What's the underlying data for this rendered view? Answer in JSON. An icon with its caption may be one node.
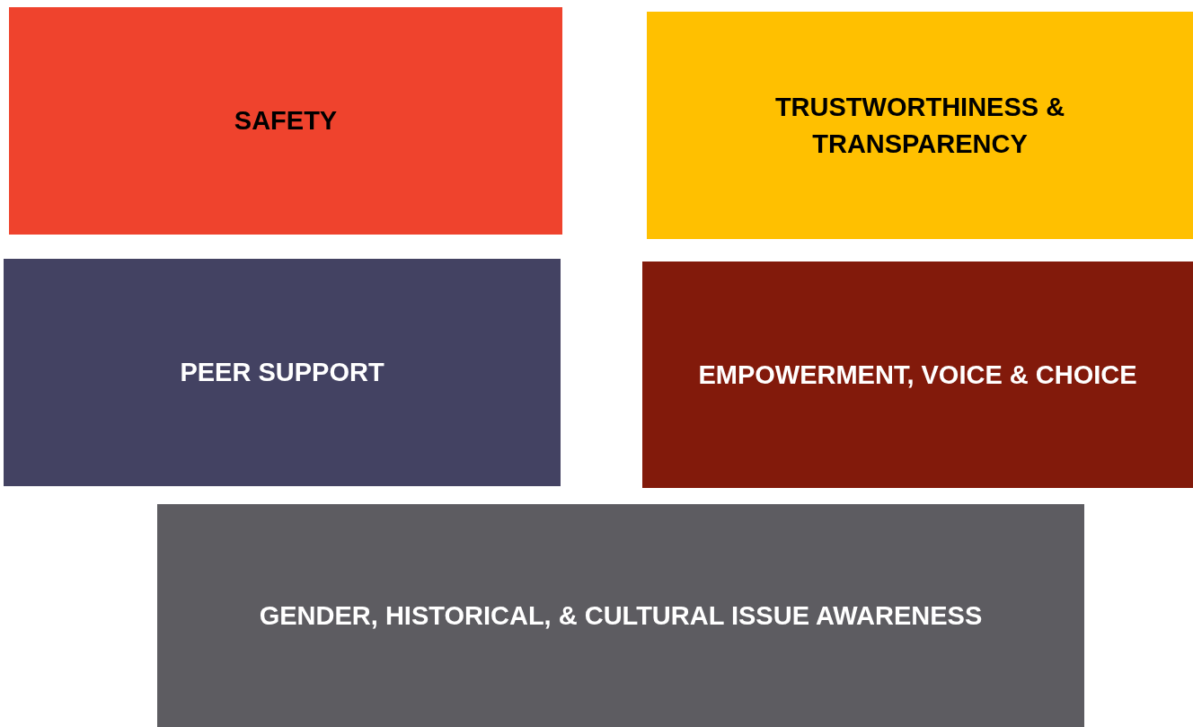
{
  "diagram": {
    "nodes": [
      {
        "text": [
          "SAFETY"
        ]
      },
      {
        "text": [
          "TRUSTWORTHINESS & TRANSPARENCY"
        ]
      },
      {
        "text": [
          "PEER SUPPORT"
        ]
      },
      {
        "text": [
          "EMPOWERMENT, VOICE & CHOICE"
        ]
      },
      {
        "text": [
          "GENDER, HISTORICAL, & CULTURAL ISSUE AWARENESS"
        ]
      }
    ]
  }
}
